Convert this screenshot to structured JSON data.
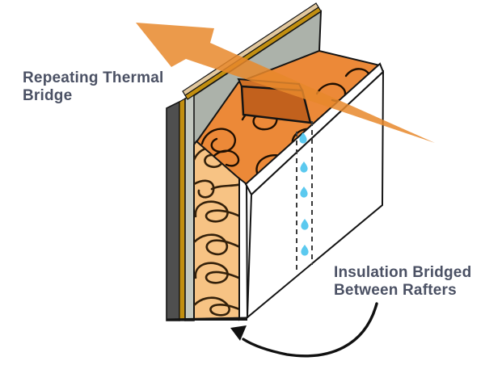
{
  "scene": {
    "background": "#FFFFFF",
    "labels": {
      "repeating_thermal_bridge": "Repeating Thermal Bridge",
      "insulation_bridged": "Insulation Bridged Between Rafters"
    },
    "label_color": "#4B5164",
    "annotations": {
      "heat_loss_arrow_icon": "heat-loss-arrow",
      "airflow_arrow_icon": "curved-airflow-arrow",
      "condensation_droplet_icon": "water-droplet",
      "condensation_droplet_count": 5
    },
    "colors": {
      "heat_arrow": "#E8882B",
      "insulation_side": "#F7C384",
      "insulation_top": "#EC8938",
      "insulation_line_side": "#33200A",
      "insulation_line_top": "#1E0F02",
      "rafter_front": "#C2611D",
      "rafter_top": "#CE7026",
      "board_face": "#ACB2AA",
      "board_edge": "#C3C8C0",
      "membrane_dark": "#4F4F4F",
      "batten_gold": "#C28F10",
      "deck_tan": "#E2C89E",
      "plasterboard": "#FFFFFF",
      "outline": "#141414",
      "droplet": "#5BC9EF",
      "dashed_line": "#3A3A3A",
      "curved_arrow": "#111111"
    }
  }
}
